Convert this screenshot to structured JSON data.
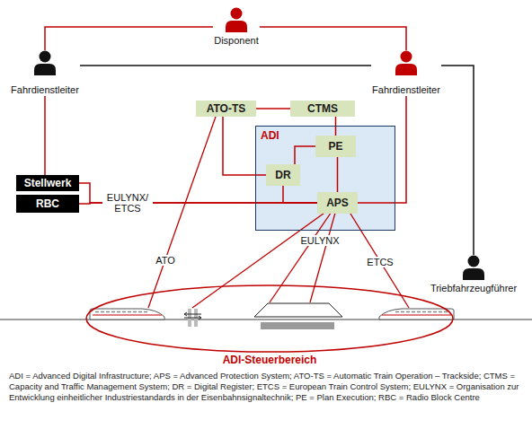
{
  "diagram": {
    "caption": "ADI = Advanced Digital Infrastructure; APS = Advanced Protection System; ATO-TS = Automatic Train Operation – Trackside; CTMS = Capacity and Traffic Management System; DR = Digital Register; ETCS = European Train Control System; EULYNX = Organisation zur Entwicklung einheitlicher Industriestandards in der Eisenbahnsignaltechnik; PE = Plan Execution; RBC = Radio Block Centre",
    "nodes": [
      {
        "text": [
          "Disponent"
        ]
      },
      {
        "text": [
          "Fahrdienstleiter"
        ]
      },
      {
        "text": [
          "Fahrdienstleiter"
        ]
      },
      {
        "text": [
          "ATO-TS"
        ]
      },
      {
        "text": [
          "CTMS"
        ]
      },
      {
        "text": [
          "ADI"
        ]
      },
      {
        "text": [
          "PE"
        ],
        "in": 5
      },
      {
        "text": [
          "DR"
        ],
        "in": 5
      },
      {
        "text": [
          "Stellwerk"
        ]
      },
      {
        "text": [
          "RBC"
        ]
      },
      {
        "text": [
          "APS"
        ],
        "in": 5
      },
      {
        "text": [
          "Triebfahrzeugführer"
        ]
      },
      {
        "text": [
          "ADI-Steuerbereich"
        ]
      }
    ],
    "edges": [
      {
        "from": 0,
        "to": 1,
        "arrow": "none"
      },
      {
        "from": 0,
        "to": 2,
        "arrow": "none"
      },
      {
        "from": 1,
        "to": 2,
        "arrow": "none"
      },
      {
        "from": 2,
        "to": 11,
        "arrow": "none"
      },
      {
        "from": 1,
        "to": 8,
        "arrow": "none"
      },
      {
        "from": 2,
        "to": 10,
        "arrow": "none"
      },
      {
        "from": 8,
        "to": 10,
        "label": "EULYNX/ ETCS",
        "arrow": "none"
      },
      {
        "from": 9,
        "to": 10,
        "arrow": "none"
      },
      {
        "from": 3,
        "to": 4,
        "arrow": "none"
      },
      {
        "from": 3,
        "to": 7,
        "arrow": "none"
      },
      {
        "from": 4,
        "to": 6,
        "arrow": "none"
      },
      {
        "from": 7,
        "to": 6,
        "arrow": "none"
      },
      {
        "from": 7,
        "to": 10,
        "arrow": "none"
      },
      {
        "from": 6,
        "to": 10,
        "arrow": "none"
      }
    ],
    "labels": [
      "ATO",
      "EULYNX",
      "ETCS"
    ]
  }
}
